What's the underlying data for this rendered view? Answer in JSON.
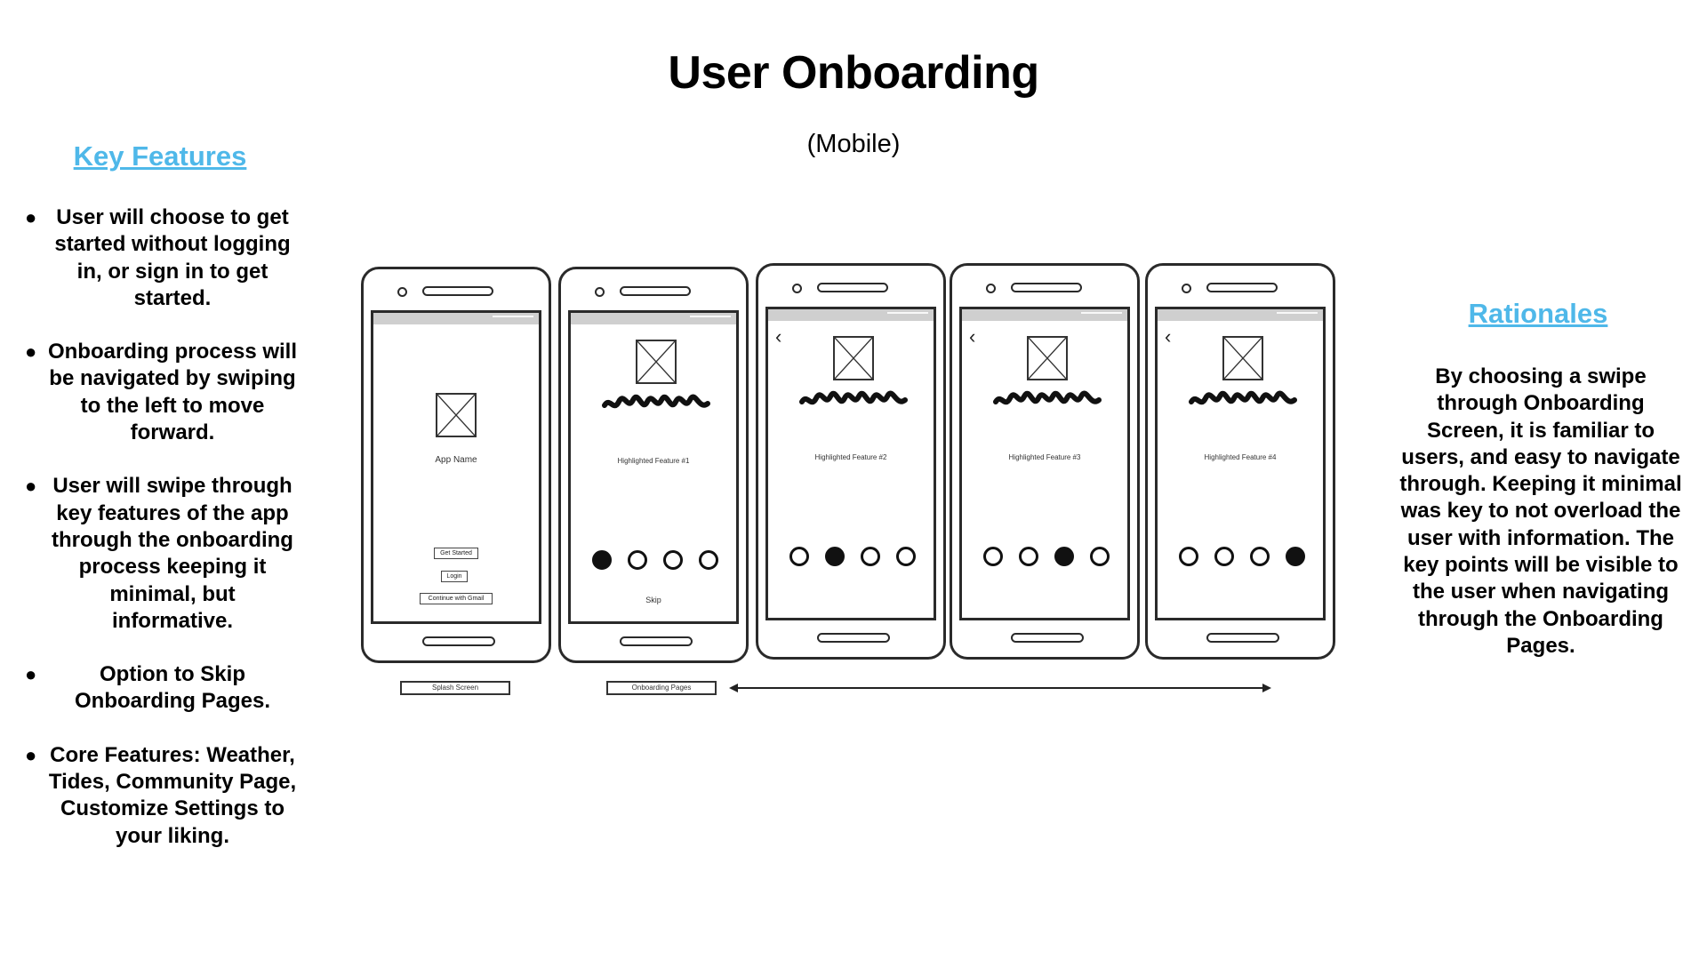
{
  "title": "User Onboarding",
  "subtitle": "(Mobile)",
  "key_features": {
    "heading": "Key Features",
    "items": [
      "User will choose to get started without logging in, or sign in to get started.",
      "Onboarding process will be navigated by swiping to the left to move forward.",
      "User will swipe through key features of the app through the onboarding process keeping it minimal, but informative.",
      "Option to Skip Onboarding Pages.",
      "Core Features: Weather, Tides, Community Page, Customize Settings to your liking."
    ]
  },
  "rationales": {
    "heading": "Rationales",
    "text": "By choosing a swipe through Onboarding Screen, it is familiar to users, and easy to navigate through. Keeping it minimal was key to not overload the user with information. The key points will be visible to the user when navigating through the Onboarding Pages."
  },
  "splash": {
    "app_name": "App Name",
    "get_started": "Get Started",
    "login": "Login",
    "continue_gmail": "Continue with Gmail"
  },
  "onboarding": {
    "skip": "Skip",
    "pages": [
      {
        "label": "Highlighted Feature #1",
        "active_dot": 0
      },
      {
        "label": "Highlighted Feature #2",
        "active_dot": 1
      },
      {
        "label": "Highlighted Feature #3",
        "active_dot": 2
      },
      {
        "label": "Highlighted Feature #4",
        "active_dot": 3
      }
    ]
  },
  "captions": {
    "splash": "Splash Screen",
    "onboarding": "Onboarding Pages"
  },
  "icons": {
    "back": "back-arrow-icon",
    "image_placeholder": "image-placeholder-icon",
    "swipe_arrow": "double-arrow-icon"
  },
  "colors": {
    "heading_link": "#4fb8e9",
    "statusbar": "#cfcfcf"
  }
}
